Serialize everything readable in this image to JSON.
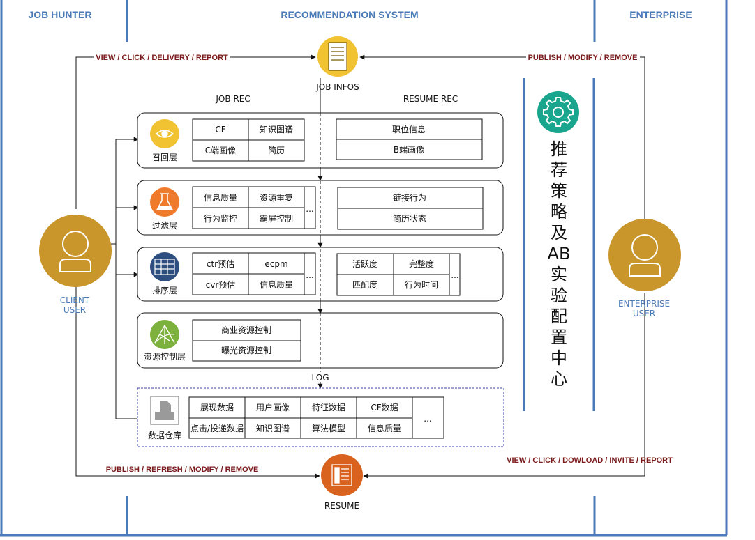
{
  "columns": {
    "job_hunter": "JOB HUNTER",
    "rec_system": "RECOMMENDATION SYSTEM",
    "enterprise": "ENTERPRISE"
  },
  "top_arrows": {
    "left": "VIEW / CLICK / DELIVERY /  REPORT",
    "right": "PUBLISH / MODIFY / REMOVE"
  },
  "bottom_arrows": {
    "left": "PUBLISH / REFRESH / MODIFY / REMOVE",
    "right": "VIEW / CLICK / DOWLOAD / INVITE / REPORT"
  },
  "job_infos": "JOB INFOS",
  "resume": "RESUME",
  "job_rec": "JOB REC",
  "resume_rec": "RESUME REC",
  "client_user": [
    "CLIENT",
    "USER"
  ],
  "enterprise_user": [
    "ENTERPRISE",
    "USER"
  ],
  "log": "LOG",
  "ellipsis": "...",
  "config_center": [
    "推",
    "荐",
    "策",
    "略",
    "及",
    "AB",
    "实",
    "验",
    "配",
    "置",
    "中",
    "心"
  ],
  "layers": {
    "recall": {
      "label": "召回层",
      "left": [
        "CF",
        "知识图谱",
        "C端画像",
        "简历"
      ],
      "right": [
        "职位信息",
        "B端画像"
      ]
    },
    "filter": {
      "label": "过滤层",
      "left": [
        "信息质量",
        "资源重复",
        "行为监控",
        "霸屏控制"
      ],
      "right": [
        "链接行为",
        "简历状态"
      ]
    },
    "rank": {
      "label": "排序层",
      "left": [
        "ctr预估",
        "ecpm",
        "cvr预估",
        "信息质量"
      ],
      "right": [
        "活跃度",
        "完整度",
        "匹配度",
        "行为时间"
      ]
    },
    "resource": {
      "label": "资源控制层",
      "left": [
        "商业资源控制",
        "曝光资源控制"
      ]
    }
  },
  "warehouse": {
    "label": "数据仓库",
    "cells": [
      "展现数据",
      "用户画像",
      "特征数据",
      "CF数据",
      "点击/投递数据",
      "知识图谱",
      "算法模型",
      "信息质量"
    ]
  },
  "colors": {
    "header_blue": "#4a7ab8",
    "arrow_text": "#7a1a1a",
    "user_gold": "#c9962b",
    "job_infos_yellow": "#f1c232",
    "resume_orange": "#d9621f",
    "gear_teal": "#1aa58e",
    "recall_yellow": "#f1c232",
    "filter_orange": "#f07a2b",
    "rank_navy": "#2d4e7e",
    "resource_green": "#7bb13c",
    "warehouse_gray": "#9a9a9a",
    "warehouse_border": "#3f3fb0"
  }
}
